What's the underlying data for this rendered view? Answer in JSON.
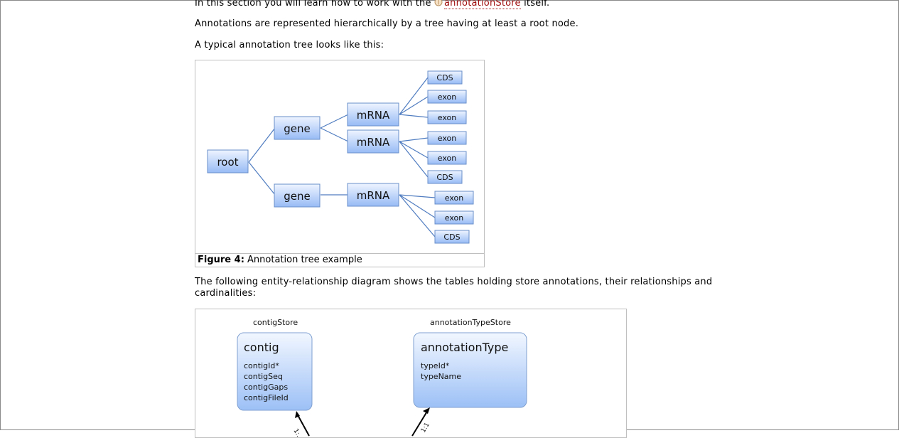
{
  "intro": {
    "sentence_start": "In this section you will learn how to work with the ",
    "link": "annotationStore",
    "sentence_end": " itself."
  },
  "para2": "Annotations are represented hierarchically by a tree having at least a root node.",
  "para3": "A typical annotation tree looks like this:",
  "figure4": {
    "nodes": {
      "root": "root",
      "gene1": "gene",
      "gene2": "gene",
      "mrna1": "mRNA",
      "mrna2": "mRNA",
      "mrna3": "mRNA",
      "leaf1": "CDS",
      "leaf2": "exon",
      "leaf3": "exon",
      "leaf4": "exon",
      "leaf5": "exon",
      "leaf6": "CDS",
      "leaf7": "exon",
      "leaf8": "exon",
      "leaf9": "CDS"
    },
    "caption_label": "Figure 4:",
    "caption_text": " Annotation tree example"
  },
  "para4": "The following entity-relationship diagram shows the tables holding store annotations, their relationships and cardinalities:",
  "er": {
    "store1": "contigStore",
    "entity1_title": "contig",
    "entity1_fields": [
      "contigId*",
      "contigSeq",
      "contigGaps",
      "contigFileId"
    ],
    "card1": "1:..",
    "store2": "annotationTypeStore",
    "entity2_title": "annotationType",
    "entity2_fields": [
      "typeId*",
      "typeName"
    ],
    "card2": "1:1"
  },
  "colors": {
    "link": "#a01010",
    "node_fill_top": "#eef4ff",
    "node_fill_bottom": "#97bbf5",
    "node_stroke": "#6a8fc8",
    "edge": "#4f7cc0"
  }
}
